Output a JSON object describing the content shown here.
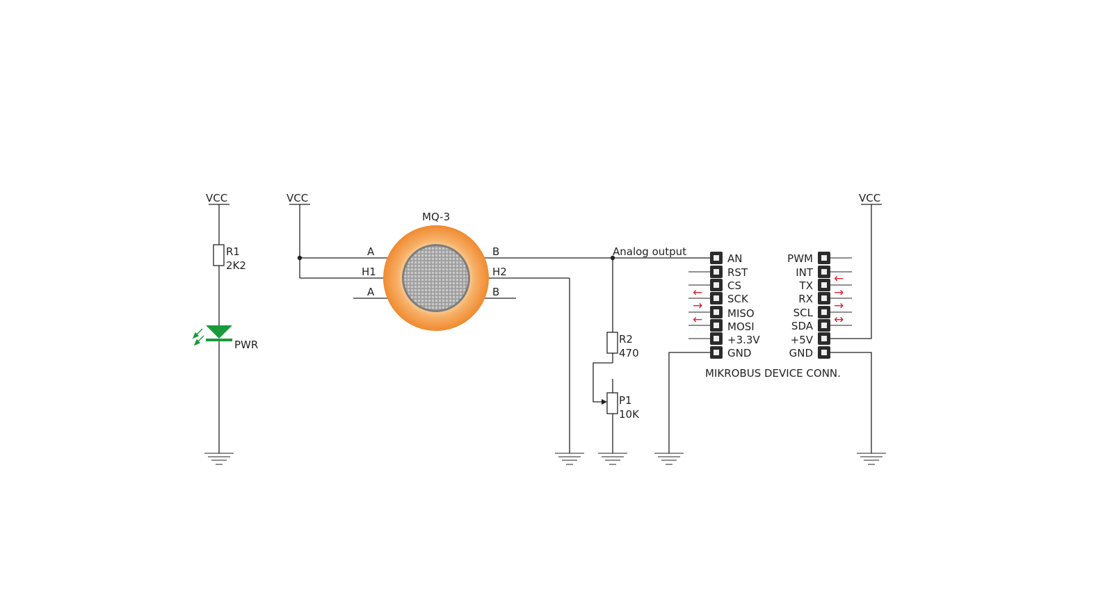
{
  "power": {
    "vcc_label": "VCC"
  },
  "led_circuit": {
    "vcc": "VCC",
    "resistor": {
      "ref": "R1",
      "value": "2K2"
    },
    "led": {
      "ref": "PWR",
      "color": "#1a9a3a"
    }
  },
  "sensor": {
    "vcc": "VCC",
    "name": "MQ-3",
    "pins": {
      "a_top": "A",
      "h1": "H1",
      "a_bottom": "A",
      "b_top": "B",
      "h2": "H2",
      "b_bottom": "B"
    },
    "colors": {
      "ring": "#f19a4a",
      "mesh": "#8c8c8c"
    }
  },
  "output": {
    "net_label": "Analog output",
    "r2": {
      "ref": "R2",
      "value": "470"
    },
    "p1": {
      "ref": "P1",
      "value": "10K"
    }
  },
  "mikrobus": {
    "title": "MIKROBUS DEVICE CONN.",
    "vcc": "VCC",
    "left_pins": [
      "AN",
      "RST",
      "CS",
      "SCK",
      "MISO",
      "MOSI",
      "+3.3V",
      "GND"
    ],
    "right_pins": [
      "PWM",
      "INT",
      "TX",
      "RX",
      "SCL",
      "SDA",
      "+5V",
      "GND"
    ],
    "left_arrows": [
      "",
      "",
      "←",
      "→",
      "←",
      "",
      "",
      ""
    ],
    "right_arrows": [
      "",
      "←",
      "→",
      "→",
      "↔",
      "",
      "",
      ""
    ],
    "arrow_color": "#e0202a"
  }
}
